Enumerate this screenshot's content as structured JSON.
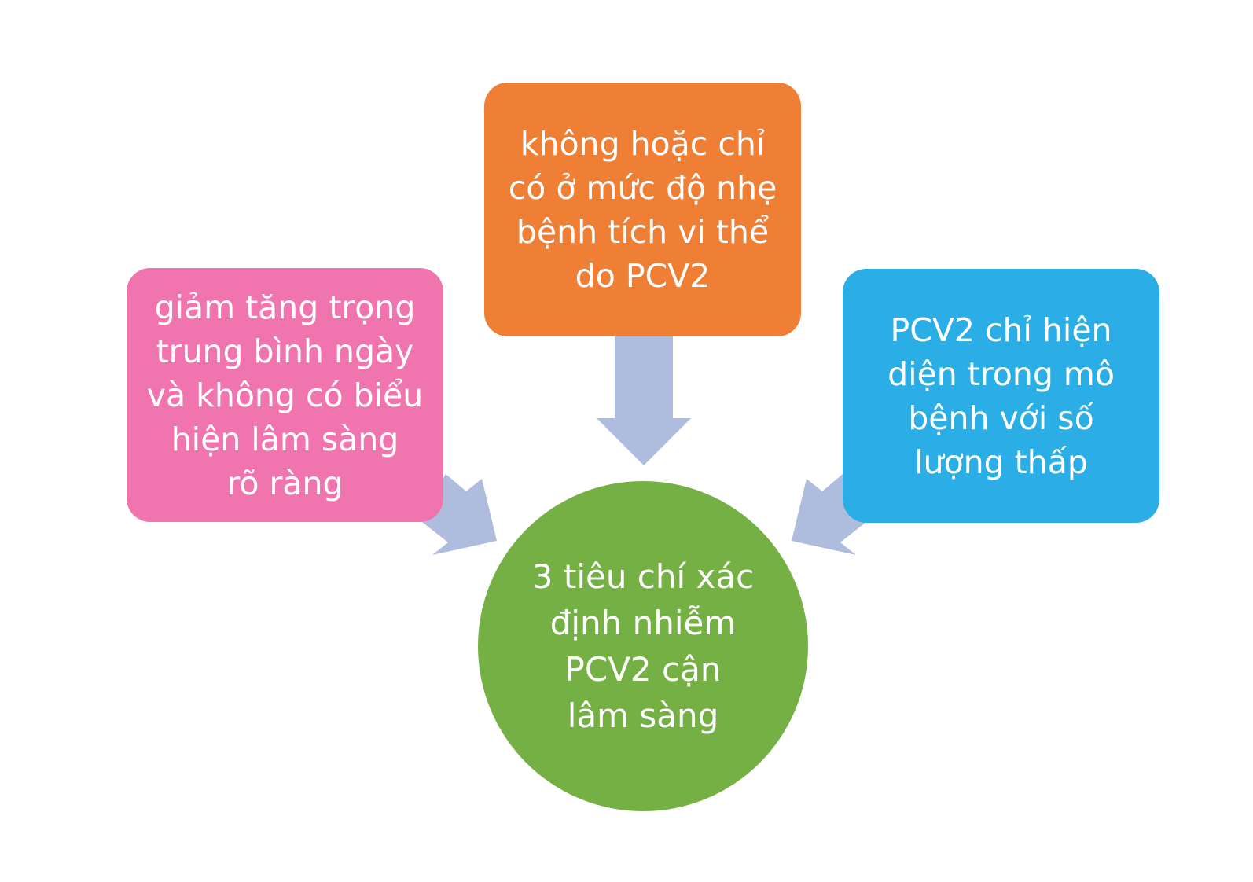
{
  "colors": {
    "left_box": "#F075AE",
    "top_box": "#EE7F34",
    "right_box": "#2BAEE6",
    "center_circle": "#75B045",
    "arrow": "#AEBCDE",
    "text": "#FFFFFF"
  },
  "diagram": {
    "center": {
      "text": "3 tiêu chí xác\nđịnh nhiễm\nPCV2 cận\nlâm sàng"
    },
    "criteria": [
      {
        "text": "giảm tăng trọng\ntrung bình ngày\nvà không có biểu\nhiện lâm sàng\nrõ ràng"
      },
      {
        "text": "không hoặc chỉ\ncó ở mức độ nhẹ\nbệnh tích vi thể\ndo PCV2"
      },
      {
        "text": "PCV2 chỉ hiện\ndiện trong mô\nbệnh với số\nlượng thấp"
      }
    ]
  }
}
